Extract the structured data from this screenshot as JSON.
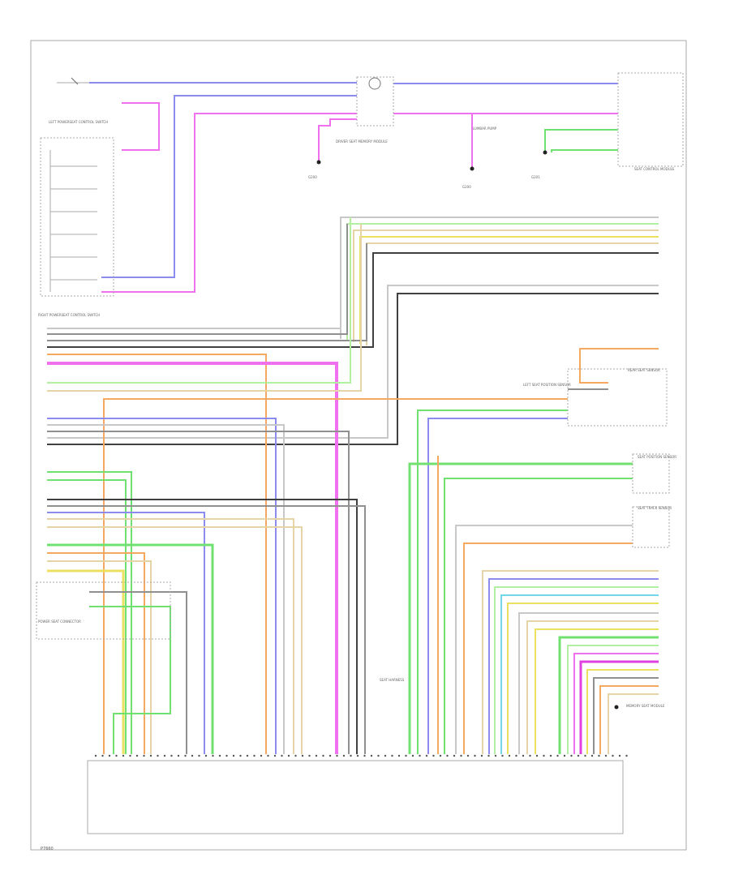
{
  "colors": {
    "blue": "#8c8cf0",
    "pink": "#f070f0",
    "green": "#70e070",
    "orange": "#f4a860",
    "yellow": "#ece060",
    "tan": "#e6d3a6",
    "gray": "#909090",
    "darkgray": "#404040",
    "lightgray": "#c8c8c8",
    "cyan": "#70d8e8",
    "lightgreen": "#b0f0a0",
    "magenta": "#e040e0",
    "border": "#aaaaaa"
  },
  "labels": {
    "left_switch": "LEFT POWERSEAT CONTROL SWITCH",
    "right_switch": "RIGHT POWERSEAT CONTROL SWITCH",
    "center_module": "DRIVER SEAT MEMORY MODULE",
    "lumbar_note": "LUMBAR PUMP",
    "ground_1": "G200",
    "ground_2": "G200",
    "ground_3": "G201",
    "right_connector": "SEAT CONTROL MODULE",
    "rear_sensor": "REAR SEAT SENSOR",
    "left_sensor": "LEFT SEAT POSITION SENSOR",
    "seat_position_1": "SEAT POSITION SENSOR",
    "seat_position_2": "SEAT TRACK SENSOR",
    "power_seat_conn": "POWER SEAT CONNECTOR",
    "harness": "SEAT HARNESS",
    "memory_module": "MEMORY SEAT MODULE",
    "footer_code": "P7660"
  },
  "icons": {
    "fuse": "fuse-icon",
    "ground": "ground-icon",
    "motor": "motor-icon",
    "switch": "switch-icon",
    "connector": "connector-icon"
  }
}
